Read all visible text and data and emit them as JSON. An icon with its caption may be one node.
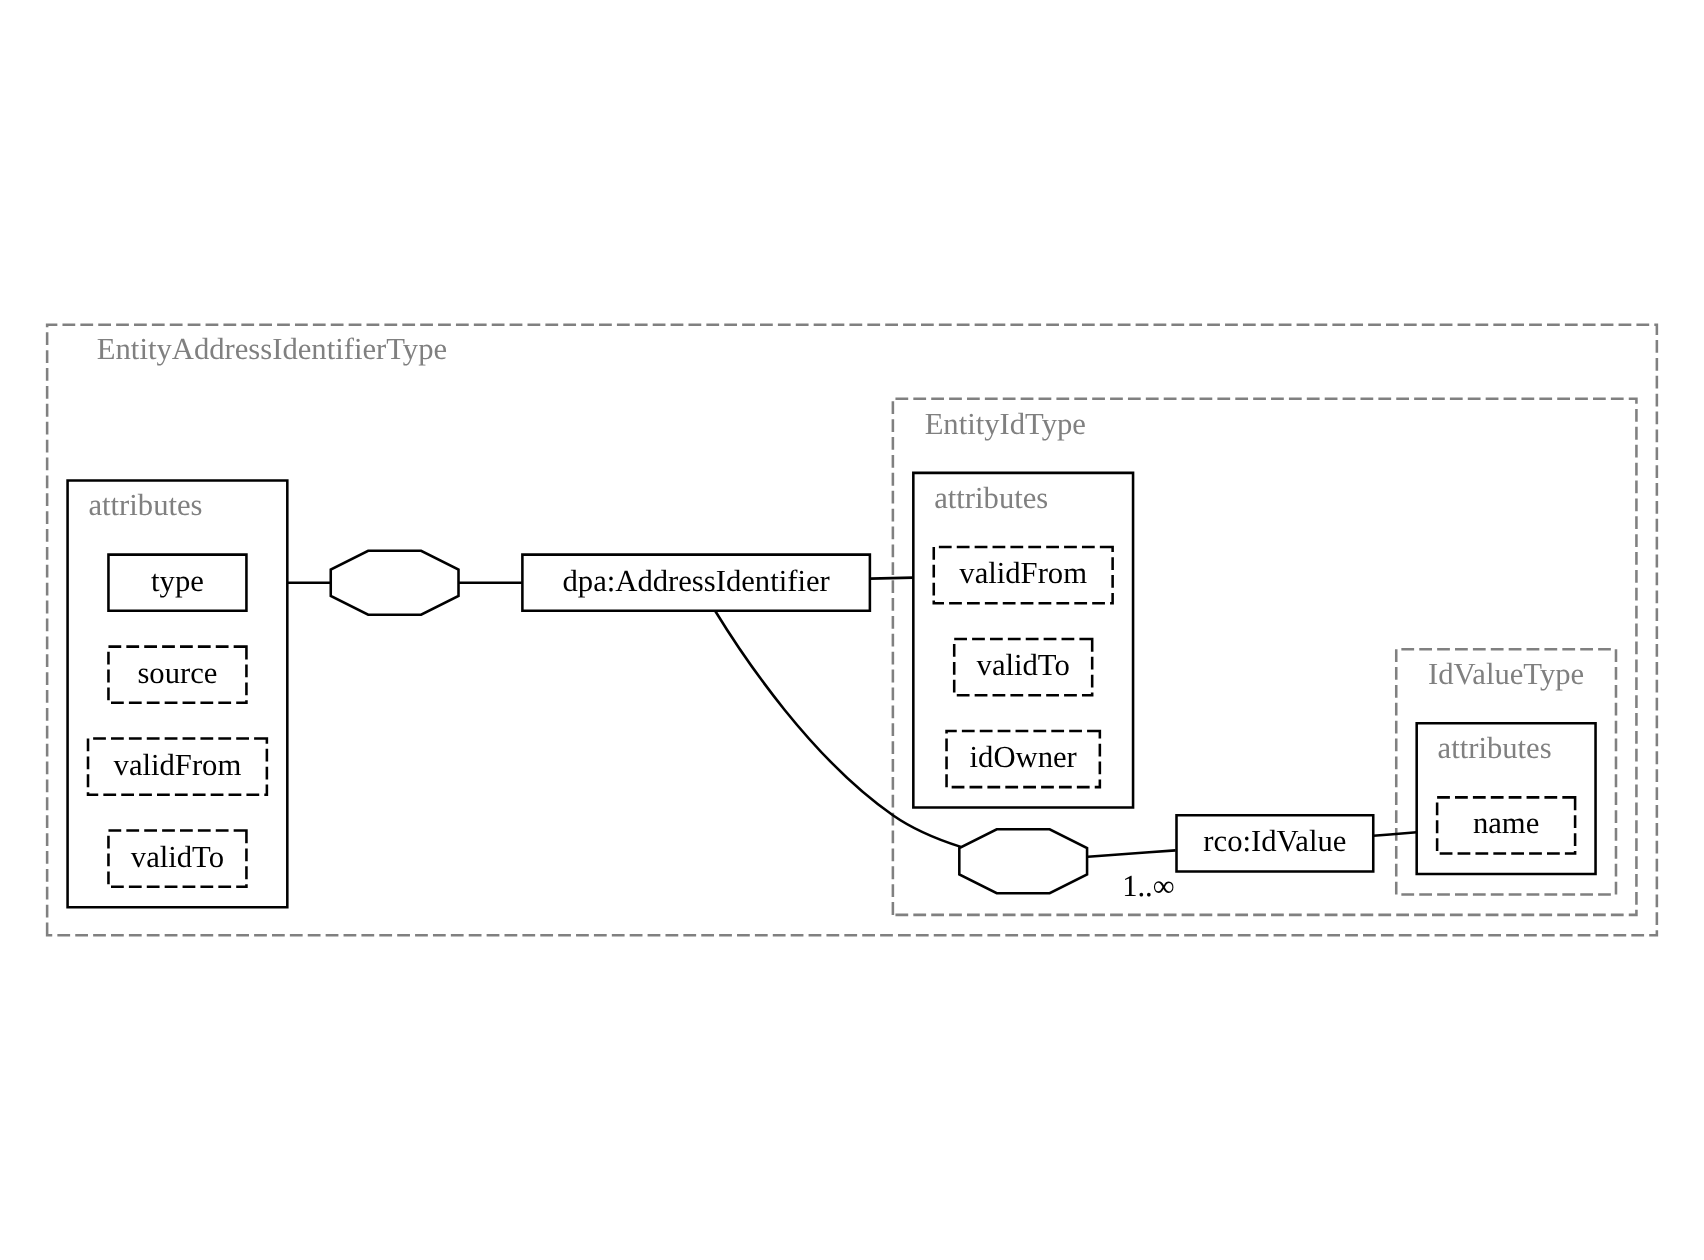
{
  "diagram": {
    "nodes": [
      {
        "text": [
          "EntityAddressIdentifierType"
        ]
      },
      {
        "text": [
          "attributes"
        ],
        "in": 0
      },
      {
        "text": [
          "type"
        ],
        "in": 1
      },
      {
        "text": [
          "source"
        ],
        "in": 1
      },
      {
        "text": [
          "validFrom"
        ],
        "in": 1
      },
      {
        "text": [
          "validTo"
        ],
        "in": 1
      },
      {
        "text": [],
        "shape": "octagon",
        "in": 0
      },
      {
        "text": [
          "dpa:AddressIdentifier"
        ],
        "in": 0
      },
      {
        "text": [
          "EntityIdType"
        ],
        "in": 0
      },
      {
        "text": [
          "attributes"
        ],
        "in": 8
      },
      {
        "text": [
          "validFrom"
        ],
        "in": 9
      },
      {
        "text": [
          "validTo"
        ],
        "in": 9
      },
      {
        "text": [
          "idOwner"
        ],
        "in": 9
      },
      {
        "text": [],
        "shape": "octagon",
        "in": 8
      },
      {
        "text": [
          "rco:IdValue"
        ],
        "in": 8,
        "beside": [
          "1..∞"
        ]
      },
      {
        "text": [
          "IdValueType"
        ],
        "in": 8
      },
      {
        "text": [
          "attributes"
        ],
        "in": 15
      },
      {
        "text": [
          "name"
        ],
        "in": 16
      }
    ],
    "edges": [
      {
        "from": 1,
        "to": 6,
        "arrow": "none"
      },
      {
        "from": 6,
        "to": 7,
        "arrow": "none"
      },
      {
        "from": 7,
        "to": 9,
        "arrow": "none"
      },
      {
        "from": 7,
        "to": 13,
        "arrow": "none"
      },
      {
        "from": 13,
        "to": 14,
        "arrow": "none"
      },
      {
        "from": 14,
        "to": 16,
        "arrow": "none"
      }
    ]
  }
}
